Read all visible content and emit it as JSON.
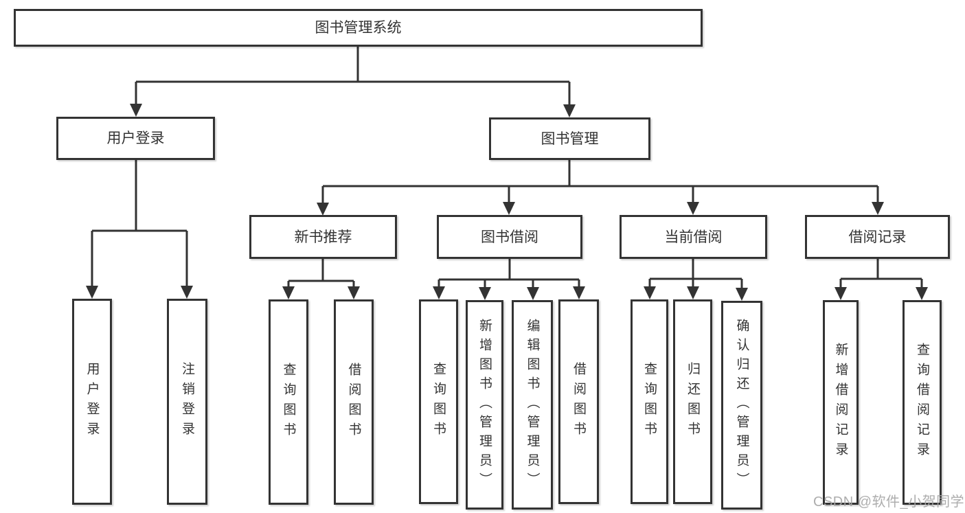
{
  "tree": {
    "label": "图书管理系统",
    "children": [
      {
        "label": "用户登录",
        "children": [
          {
            "label": "用户登录"
          },
          {
            "label": "注销登录"
          }
        ]
      },
      {
        "label": "图书管理",
        "children": [
          {
            "label": "新书推荐",
            "children": [
              {
                "label": "查询图书"
              },
              {
                "label": "借阅图书"
              }
            ]
          },
          {
            "label": "图书借阅",
            "children": [
              {
                "label": "查询图书"
              },
              {
                "label": "新增图书（管理员）"
              },
              {
                "label": "编辑图书（管理员）"
              },
              {
                "label": "借阅图书"
              }
            ]
          },
          {
            "label": "当前借阅",
            "children": [
              {
                "label": "查询图书"
              },
              {
                "label": "归还图书"
              },
              {
                "label": "确认归还（管理员）"
              }
            ]
          },
          {
            "label": "借阅记录",
            "children": [
              {
                "label": "新增借阅记录"
              },
              {
                "label": "查询借阅记录"
              }
            ]
          }
        ]
      }
    ]
  },
  "watermark": {
    "text": "CSDN @软件_小贺同学"
  },
  "colors": {
    "line": "#333333",
    "box_border": "#333333",
    "text": "#333333",
    "background": "#ffffff",
    "watermark": "#a6a6a6"
  }
}
